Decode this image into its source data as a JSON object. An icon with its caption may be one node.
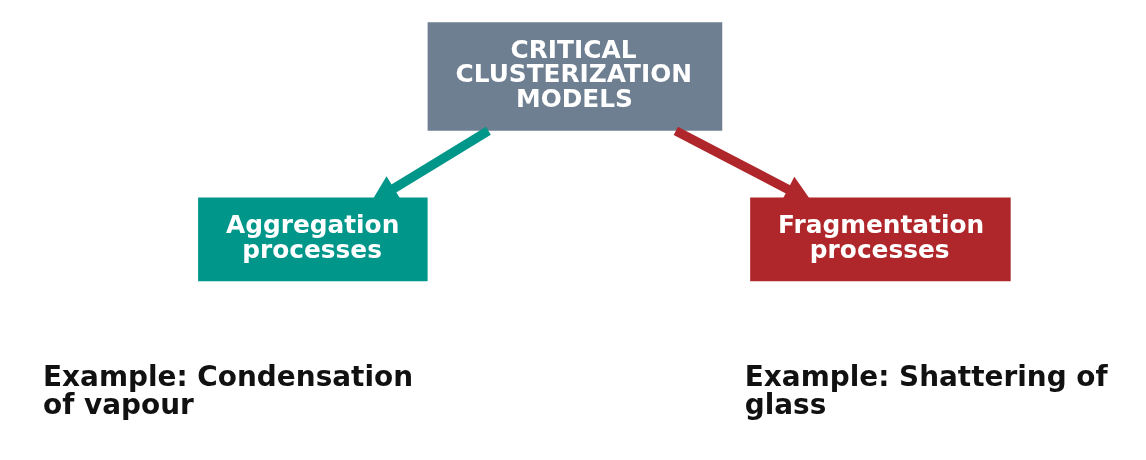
{
  "diagram": {
    "nodes": [
      {
        "text": [
          "CRITICAL CLUSTERIZATION MODELS"
        ]
      },
      {
        "text": [
          "Aggregation processes"
        ],
        "beside": [
          "Example: Condensation of vapour"
        ]
      },
      {
        "text": [
          "Fragmentation processes"
        ],
        "beside": [
          "Example: Shattering of glass"
        ]
      }
    ],
    "edges": [
      {
        "from": 0,
        "to": 1,
        "arrow": "to",
        "color": "#00968a"
      },
      {
        "from": 0,
        "to": 2,
        "arrow": "to",
        "color": "#b0272b"
      }
    ]
  }
}
